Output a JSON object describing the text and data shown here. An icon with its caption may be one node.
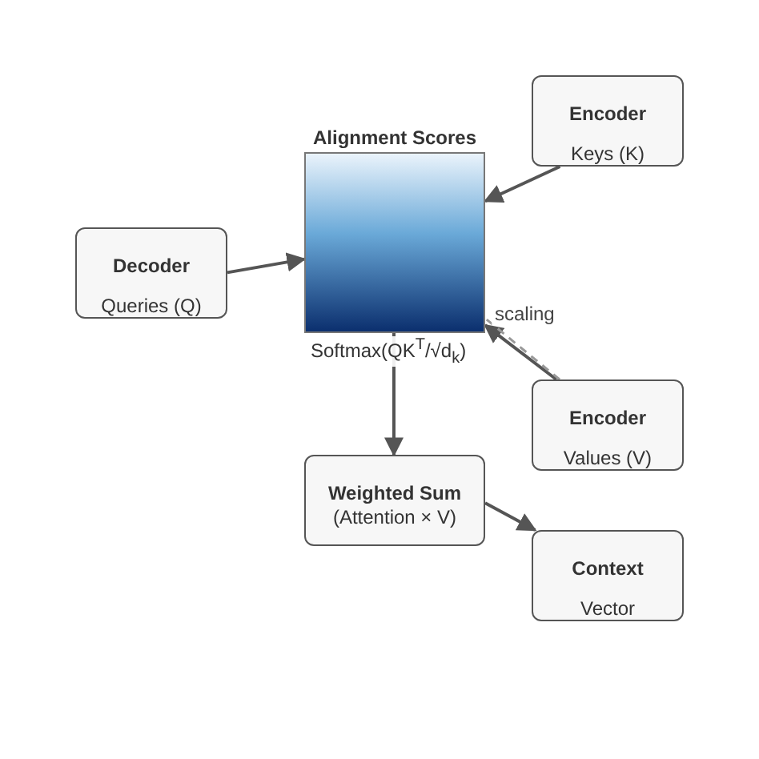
{
  "diagram": {
    "nodes": [
      {
        "text": [
          "Alignment Scores"
        ],
        "beside": [
          "Softmax(QK$^{T}$/√d$_{k}$)"
        ]
      },
      {
        "text": [
          "Encoder",
          "Keys (K)"
        ]
      },
      {
        "text": [
          "Decoder",
          "Queries (Q)"
        ]
      },
      {
        "text": [
          "Encoder",
          "Values (V)"
        ]
      },
      {
        "text": [
          "Weighted Sum",
          "(Attention × V)"
        ]
      },
      {
        "text": [
          "Context",
          "Vector"
        ]
      }
    ],
    "edges": [
      {
        "from": 2,
        "to": 0,
        "arrow": "to"
      },
      {
        "from": 1,
        "to": 0,
        "arrow": "to"
      },
      {
        "from": 3,
        "to": 0,
        "arrow": "to"
      },
      {
        "from": 3,
        "to": 0,
        "arrow": "none",
        "style": "dashed",
        "color": "#999999",
        "label": "scaling"
      },
      {
        "from": 0,
        "to": 4,
        "arrow": "to"
      },
      {
        "from": 4,
        "to": 5,
        "arrow": "to"
      }
    ]
  }
}
